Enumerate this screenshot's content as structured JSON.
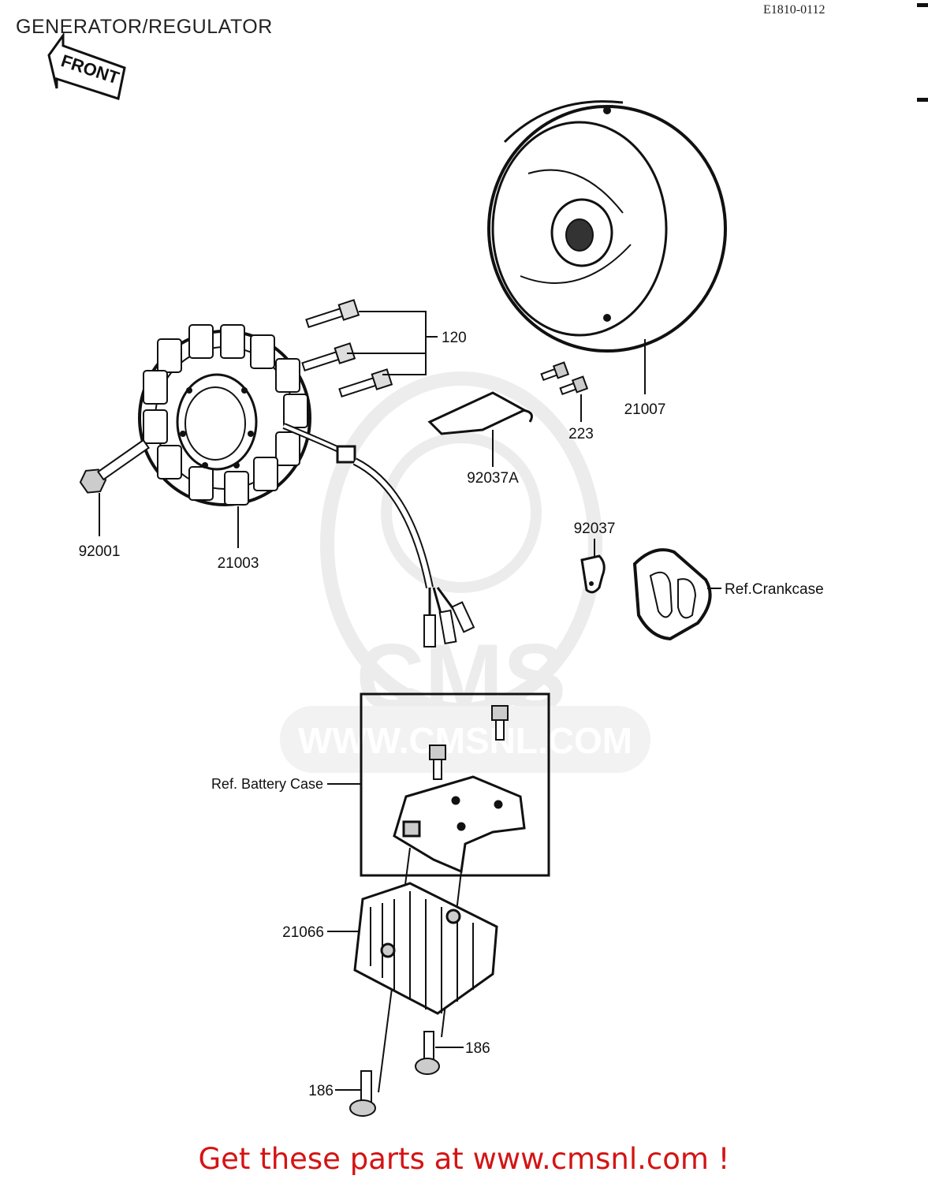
{
  "title": "GENERATOR/REGULATOR",
  "diagram_code": "E1810-0112",
  "front_label": "FRONT",
  "watermark": {
    "text": "CMS",
    "url": "WWW.CMSNL.COM"
  },
  "labels": {
    "bolts_stator": "120",
    "flywheel": "21007",
    "screws_small": "223",
    "clamp_plate": "92037A",
    "clamp": "92037",
    "ref_crankcase": "Ref.Crankcase",
    "bolt_flywheel": "92001",
    "stator": "21003",
    "ref_battery_case": "Ref. Battery Case",
    "regulator": "21066",
    "bolt_upper": "186",
    "bolt_lower": "186"
  },
  "footer": "Get these parts at www.cmsnl.com !"
}
